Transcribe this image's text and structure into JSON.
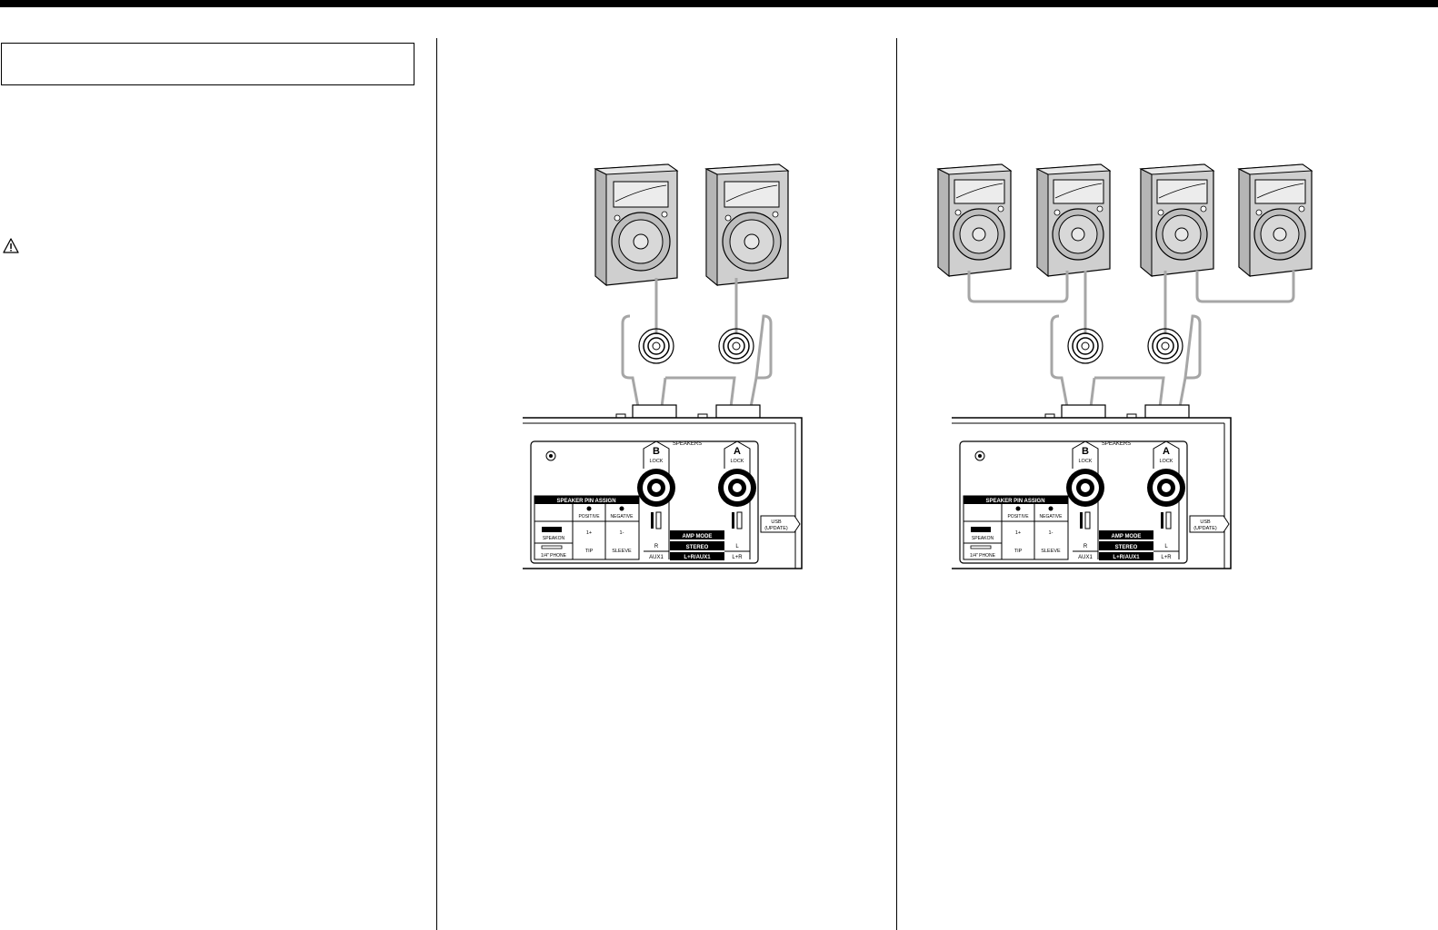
{
  "page": {
    "title_box_text": "",
    "warning_icon": "warning-triangle-icon"
  },
  "figure_labels": {
    "speakers": "SPEAKERS",
    "channel_b": "B",
    "channel_a": "A",
    "lock": "LOCK",
    "pin_assign_title": "SPEAKER PIN ASSIGN",
    "positive": "POSITIVE",
    "negative": "NEGATIVE",
    "speakon": "SPEAKON",
    "phone": "1/4\" PHONE",
    "pos_pin": "1+",
    "neg_pin": "1-",
    "tip": "TIP",
    "sleeve": "SLEEVE",
    "amp_mode": "AMP MODE",
    "stereo": "STEREO",
    "r": "R",
    "l": "L",
    "aux1": "AUX1",
    "lr_aux1": "L+R/AUX1",
    "lr": "L+R",
    "usb": "USB",
    "update": "(UPDATE)"
  },
  "colors": {
    "ink": "#000000",
    "speaker_fill": "#e2e2e2",
    "speaker_shade": "#bdbdbd",
    "cable_gray": "#a6a6a6"
  }
}
